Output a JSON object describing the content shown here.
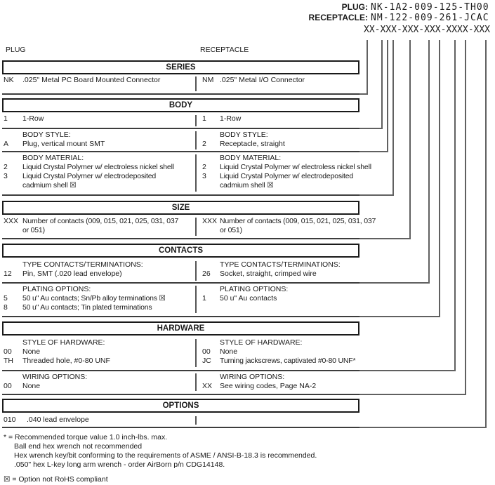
{
  "pn": {
    "plug_label": "PLUG:",
    "plug_value": "NK-1A2-009-125-TH00",
    "receptacle_label": "RECEPTACLE:",
    "receptacle_value": "NM-122-009-261-JCAC",
    "format_pattern": "XX-XXX-XXX-XXX-XXXX-XXX"
  },
  "columns": {
    "left": "PLUG",
    "right": "RECEPTACLE"
  },
  "series": {
    "title": "SERIES",
    "left_code": "NK",
    "left_desc": ".025\" Metal PC Board Mounted Connector",
    "right_code": "NM",
    "right_desc": ".025\" Metal I/O Connector"
  },
  "body": {
    "title": "BODY",
    "rows": {
      "left_code": "1",
      "left_desc": "1-Row",
      "right_code": "1",
      "right_desc": "1-Row"
    },
    "style": {
      "heading_left": "BODY STYLE:",
      "heading_right": "BODY STYLE:",
      "left_code": "A",
      "left_desc": "Plug, vertical mount SMT",
      "right_code": "2",
      "right_desc": "Receptacle, straight"
    },
    "material": {
      "heading_left": "BODY MATERIAL:",
      "heading_right": "BODY MATERIAL:",
      "left": [
        {
          "code": "2",
          "desc": "Liquid Crystal Polymer w/ electroless nickel shell"
        },
        {
          "code": "3",
          "desc": "Liquid Crystal Polymer w/ electrodeposited cadmium shell ☒"
        }
      ],
      "right": [
        {
          "code": "2",
          "desc": "Liquid Crystal Polymer w/ electroless nickel shell"
        },
        {
          "code": "3",
          "desc": "Liquid Crystal Polymer w/ electrodeposited cadmium shell ☒"
        }
      ]
    }
  },
  "size": {
    "title": "SIZE",
    "left_code": "XXX",
    "left_desc": "Number of contacts (009, 015, 021, 025, 031, 037 or 051)",
    "right_code": "XXX",
    "right_desc": "Number of contacts (009, 015, 021, 025, 031, 037 or 051)"
  },
  "contacts": {
    "title": "CONTACTS",
    "type": {
      "heading_left": "TYPE CONTACTS/TERMINATIONS:",
      "heading_right": "TYPE CONTACTS/TERMINATIONS:",
      "left_code": "12",
      "left_desc": "Pin, SMT (.020 lead envelope)",
      "right_code": "26",
      "right_desc": "Socket, straight, crimped wire"
    },
    "plating": {
      "heading_left": "PLATING OPTIONS:",
      "heading_right": "PLATING OPTIONS:",
      "left": [
        {
          "code": "5",
          "desc": "50 u\" Au contacts; Sn/Pb alloy terminations ☒"
        },
        {
          "code": "8",
          "desc": "50 u\" Au contacts; Tin plated terminations"
        }
      ],
      "right": [
        {
          "code": "1",
          "desc": "50 u\" Au contacts"
        }
      ]
    }
  },
  "hardware": {
    "title": "HARDWARE",
    "style": {
      "heading_left": "STYLE OF HARDWARE:",
      "heading_right": "STYLE OF HARDWARE:",
      "left": [
        {
          "code": "00",
          "desc": "None"
        },
        {
          "code": "TH",
          "desc": "Threaded hole, #0-80 UNF"
        }
      ],
      "right": [
        {
          "code": "00",
          "desc": "None"
        },
        {
          "code": "JC",
          "desc": "Turning jackscrews, captivated #0-80 UNF*"
        }
      ]
    },
    "wiring": {
      "heading_left": "WIRING OPTIONS:",
      "heading_right": "WIRING OPTIONS:",
      "left_code": "00",
      "left_desc": "None",
      "right_code": "XX",
      "right_desc": "See wiring codes, Page NA-2"
    }
  },
  "options": {
    "title": "OPTIONS",
    "left_code": "010",
    "left_desc": ".040 lead envelope"
  },
  "footnotes": {
    "asterisk_line1": "* = Recommended torque value 1.0 inch-lbs. max.",
    "asterisk_line2": "Ball end hex wrench not recommended",
    "asterisk_line3": "Hex wrench key/bit conforming to the requirements of ASME / ANSI-B-18.3 is recommended.",
    "asterisk_line4": ".050\" hex L-key long arm wrench - order AirBorn p/n CDG14148.",
    "rohs": "☒ = Option not RoHS compliant"
  }
}
